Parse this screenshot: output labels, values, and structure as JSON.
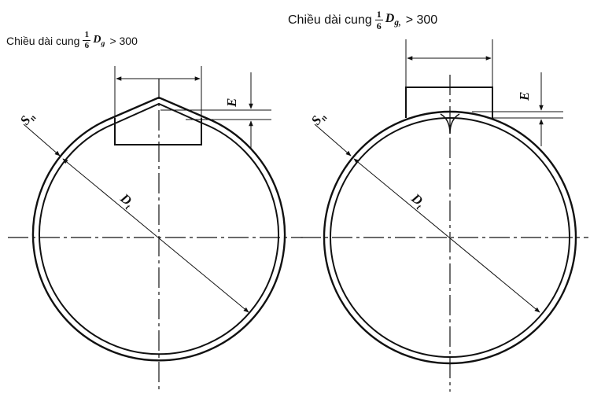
{
  "captions": {
    "left": {
      "prefix": "Chiều dài cung",
      "frac_num": "1",
      "frac_den": "6",
      "symbol": "D",
      "symbol_sub": "g",
      "suffix": "> 300"
    },
    "right": {
      "prefix": "Chiều dài cung",
      "frac_num": "1",
      "frac_den": "6",
      "symbol": "D",
      "symbol_sub": "g,",
      "suffix": "> 300"
    }
  },
  "labels": {
    "thickness": "S",
    "thickness_sub": "n",
    "diameter": "D",
    "diameter_sub": "t",
    "offset": "E"
  },
  "colors": {
    "line": "#111111",
    "background": "#ffffff"
  }
}
